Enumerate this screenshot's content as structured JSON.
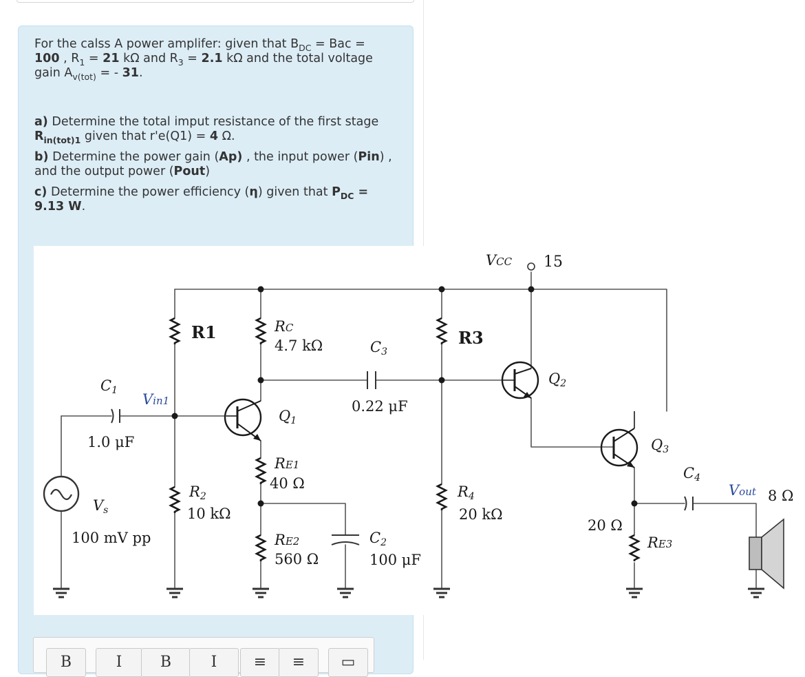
{
  "question": {
    "p1": {
      "t1": "For the calss A power amplifer: given that B",
      "s1": "DC",
      "t2": " = Bac = ",
      "b1": "100",
      "t3": " , R",
      "s2": "1",
      "t4": " = ",
      "b2": "21",
      "t5": " kΩ and R",
      "s3": "3",
      "t6": " = ",
      "b3": "2.1",
      "t7": " kΩ and the total voltage gain A",
      "s4": "v(tot)",
      "t8": " = - ",
      "b4": "31",
      "t9": "."
    },
    "a": {
      "label": "a)",
      "t1": " Determine the total imput resistance of the first stage ",
      "b1": "R",
      "s1": "in(tot)1",
      "t2": " given that r'e(Q1) = ",
      "b2": "4",
      "t3": " Ω."
    },
    "b": {
      "label": "b)",
      "t1": " Determine the power gain (",
      "b1": "Ap)",
      "t2": " , the input power (",
      "b2": "Pin",
      "t3": ") , and the output power (",
      "b3": "Pout",
      "t4": ")"
    },
    "c": {
      "label": "c)",
      "t1": " Determine the power efficiency (",
      "b1": "η",
      "t2": ") given that ",
      "b2": "P",
      "s1": "DC",
      "b3": " = 9.13 W",
      "t3": "."
    }
  },
  "circuit": {
    "vcc_label": "V",
    "vcc_sub": "CC",
    "vcc_value": "15",
    "r1": "R1",
    "rc": "R",
    "rc_sub": "C",
    "rc_value": "4.7 kΩ",
    "c3": "C",
    "c3_sub": "3",
    "c3_value": "0.22 μF",
    "r3": "R3",
    "q1": "Q",
    "q1_sub": "1",
    "q2": "Q",
    "q2_sub": "2",
    "q3": "Q",
    "q3_sub": "3",
    "c1": "C",
    "c1_sub": "1",
    "c1_value": "1.0 μF",
    "vin": "V",
    "vin_sub": "in1",
    "re1": "R",
    "re1_sub": "E1",
    "re1_value": "40  Ω",
    "vs": "V",
    "vs_sub": "s",
    "vs_value": "100  mV pp",
    "r2": "R",
    "r2_sub": "2",
    "r2_value": "10 kΩ",
    "re2": "R",
    "re2_sub": "E2",
    "re2_value": "560 Ω",
    "c2": "C",
    "c2_sub": "2",
    "c2_value": "100 μF",
    "r4": "R",
    "r4_sub": "4",
    "r4_value": "20 kΩ",
    "re3_value": "20 Ω",
    "re3": "R",
    "re3_sub": "E3",
    "c4": "C",
    "c4_sub": "4",
    "vout": "V",
    "vout_sub": "out",
    "load_value": "8 Ω"
  },
  "toolbar": {
    "buttons": [
      "B",
      "I",
      "B",
      "I",
      "≡",
      "≡",
      "▭"
    ]
  }
}
